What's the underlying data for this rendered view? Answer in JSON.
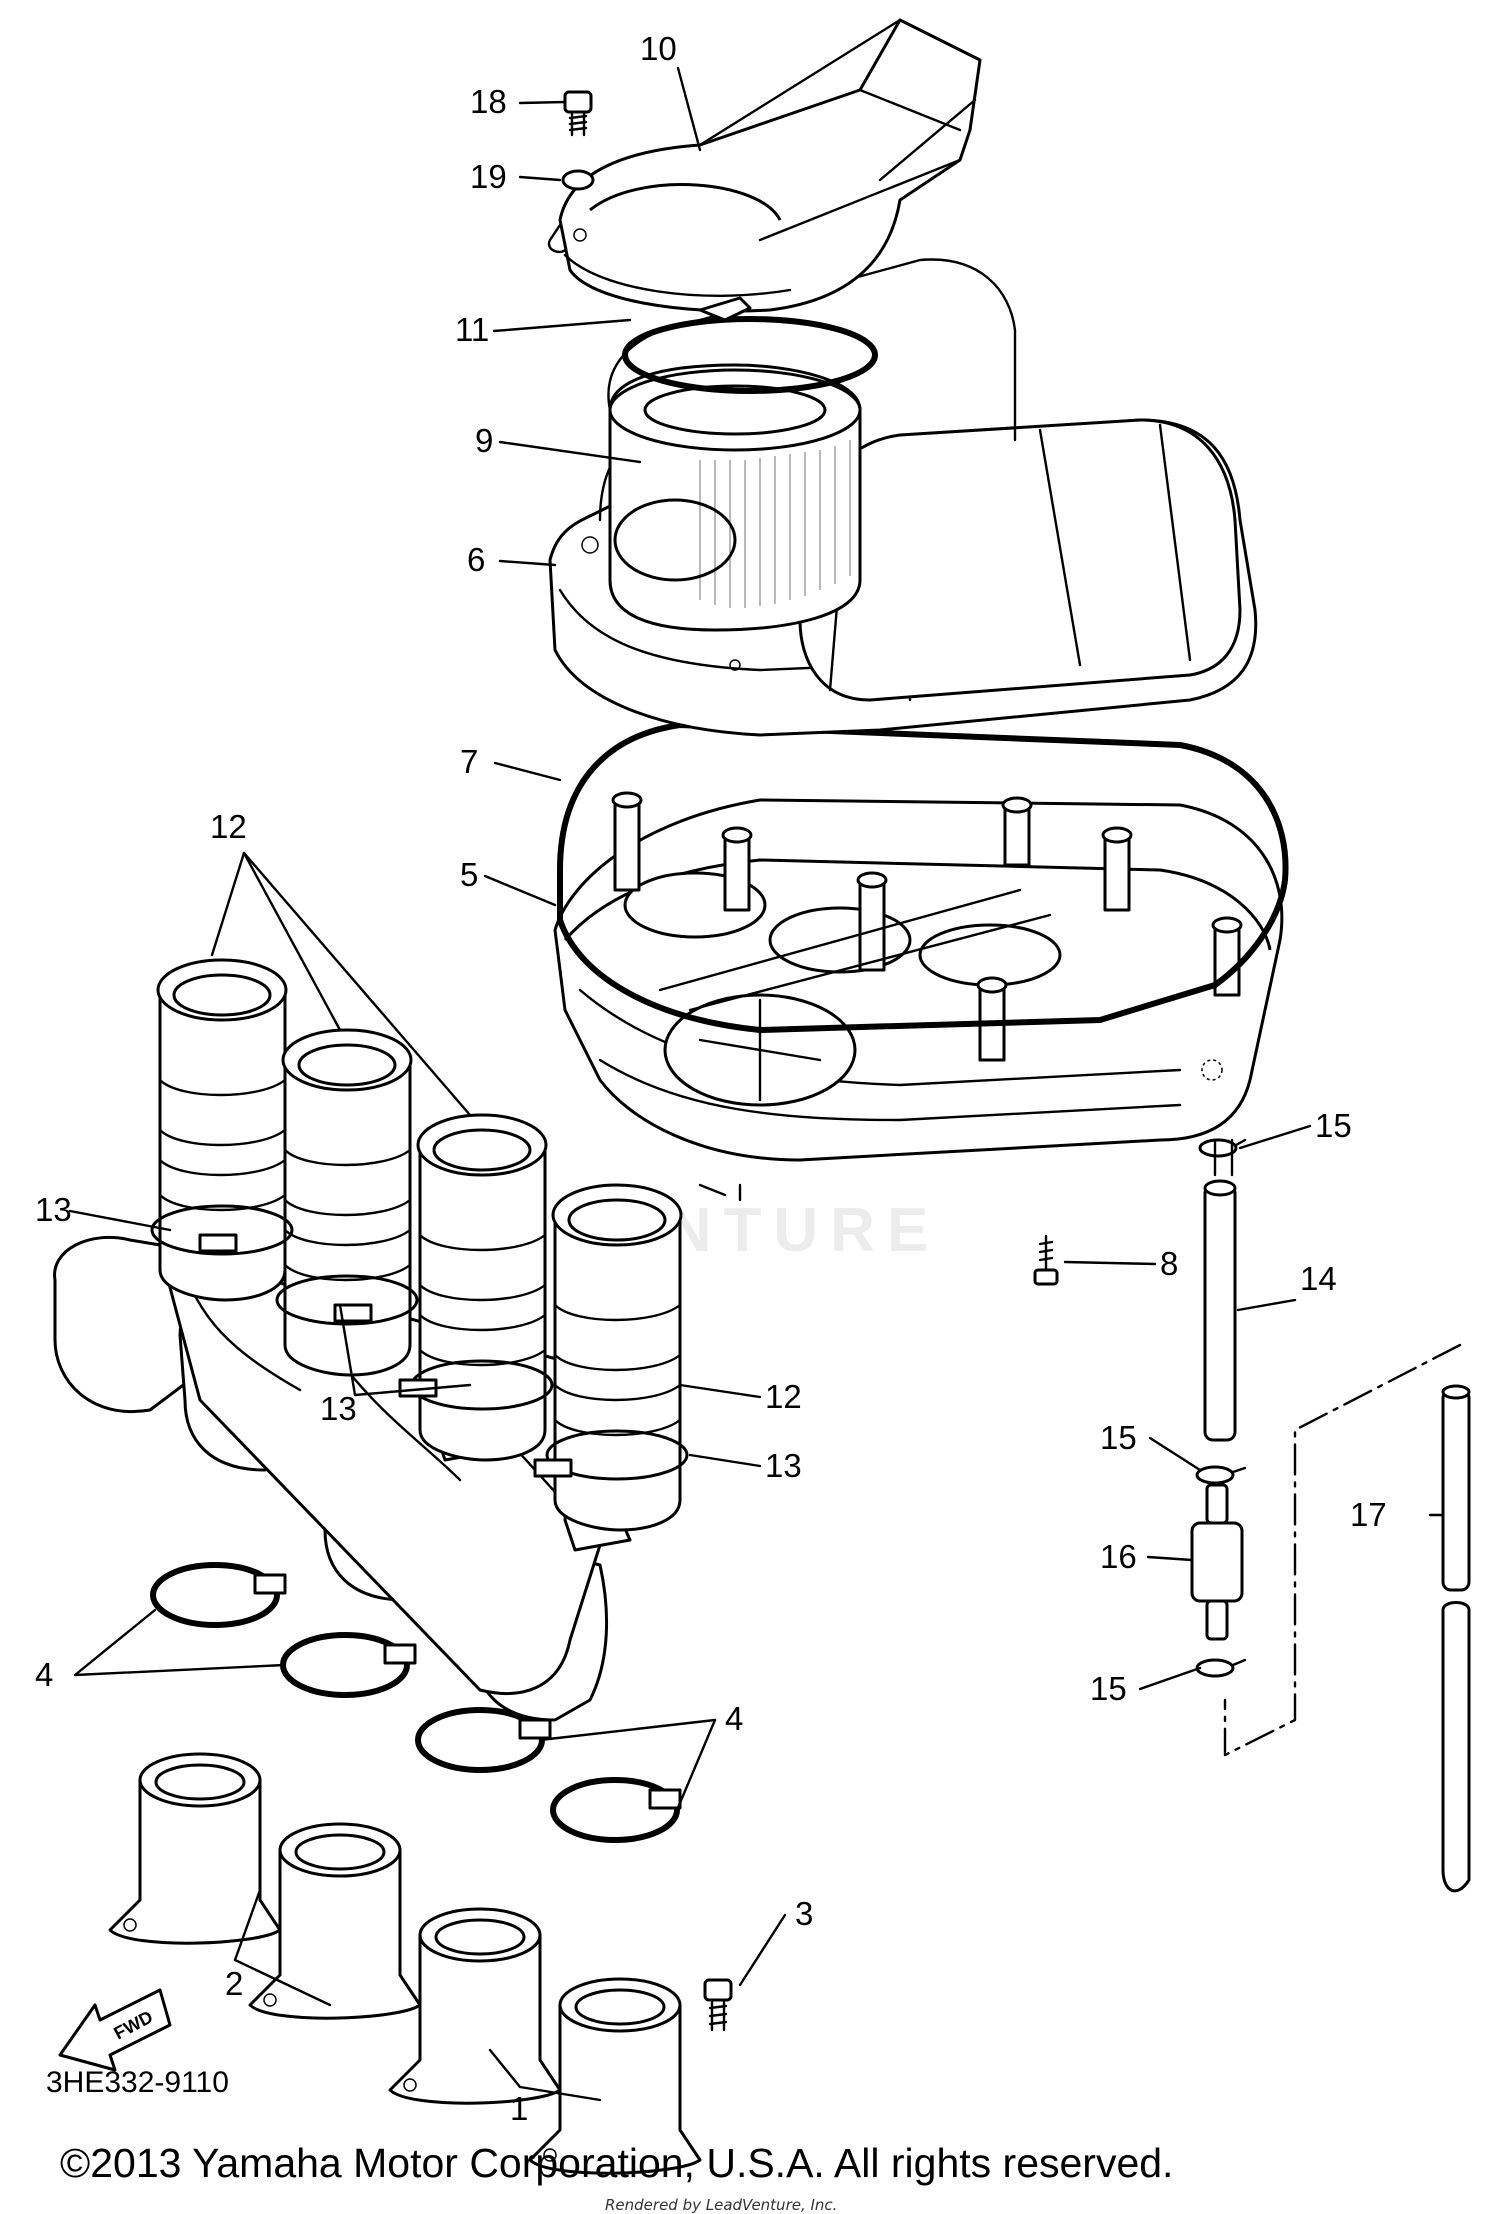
{
  "diagram": {
    "code": "3HE332-9110",
    "copyright": "©2013 Yamaha Motor Corporation, U.S.A. All rights reserved.",
    "rendered_by": "Rendered by LeadVenture, Inc.",
    "watermark": "VENTURE",
    "fwd_label": "FWD"
  },
  "callouts": [
    {
      "id": "c10",
      "label": "10"
    },
    {
      "id": "c18",
      "label": "18"
    },
    {
      "id": "c19",
      "label": "19"
    },
    {
      "id": "c11",
      "label": "11"
    },
    {
      "id": "c9",
      "label": "9"
    },
    {
      "id": "c6",
      "label": "6"
    },
    {
      "id": "c7",
      "label": "7"
    },
    {
      "id": "c5",
      "label": "5"
    },
    {
      "id": "c12a",
      "label": "12"
    },
    {
      "id": "c13a",
      "label": "13"
    },
    {
      "id": "c13b",
      "label": "13"
    },
    {
      "id": "c12b",
      "label": "12"
    },
    {
      "id": "c13c",
      "label": "13"
    },
    {
      "id": "c15a",
      "label": "15"
    },
    {
      "id": "c8",
      "label": "8"
    },
    {
      "id": "c14",
      "label": "14"
    },
    {
      "id": "c15b",
      "label": "15"
    },
    {
      "id": "c17",
      "label": "17"
    },
    {
      "id": "c16",
      "label": "16"
    },
    {
      "id": "c15c",
      "label": "15"
    },
    {
      "id": "c4a",
      "label": "4"
    },
    {
      "id": "c4b",
      "label": "4"
    },
    {
      "id": "c3",
      "label": "3"
    },
    {
      "id": "c2",
      "label": "2"
    },
    {
      "id": "c1",
      "label": "1"
    }
  ]
}
